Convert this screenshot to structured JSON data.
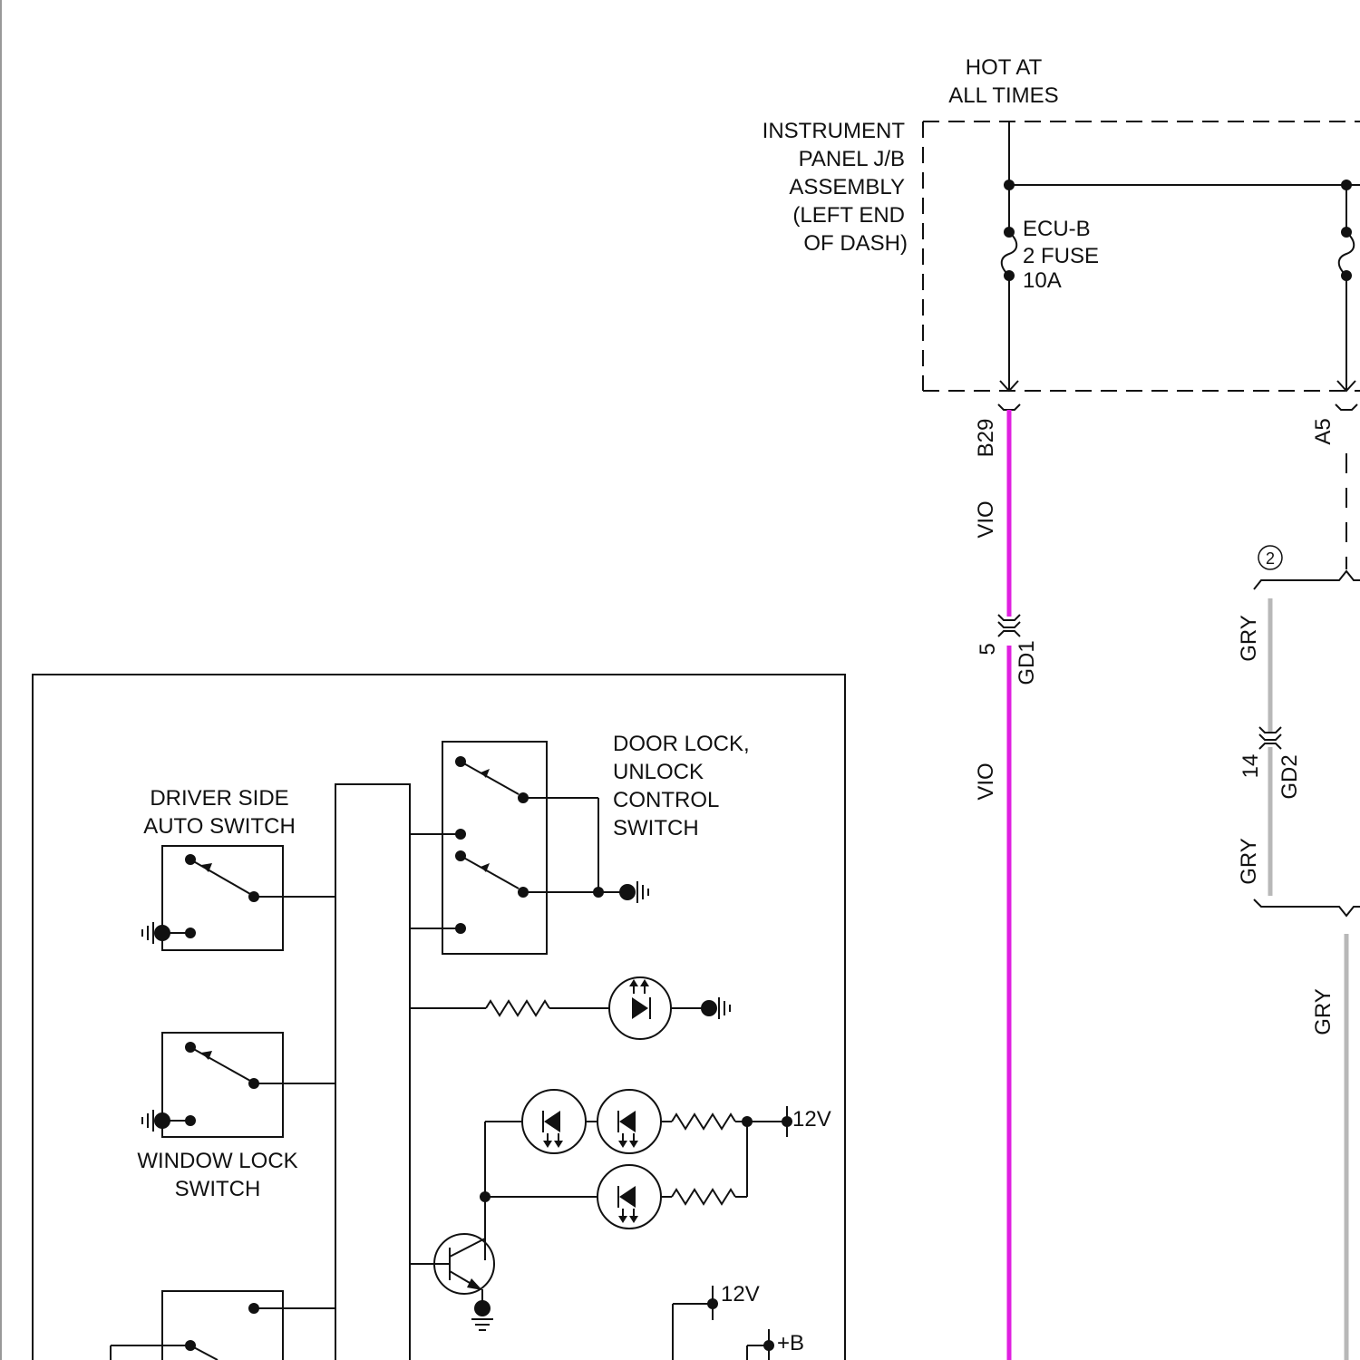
{
  "colors": {
    "vio": "#e020e0",
    "gry": "#b8b8b8",
    "ink": "#111111"
  },
  "labels": {
    "hot_at": "HOT AT",
    "all_times": "ALL TIMES",
    "jb": [
      "INSTRUMENT",
      "PANEL J/B",
      "ASSEMBLY",
      "(LEFT END",
      "OF DASH)"
    ],
    "fuse": [
      "ECU-B",
      "2 FUSE",
      "10A"
    ],
    "pins": {
      "b29": "B29",
      "a5": "A5",
      "p5": "5",
      "p14": "14",
      "splice": "2"
    },
    "connectors": {
      "gd1": "GD1",
      "gd2": "GD2"
    },
    "wire_colors": {
      "vio1": "VIO",
      "vio2": "VIO",
      "gry1": "GRY",
      "gry2": "GRY",
      "gry3": "GRY"
    },
    "door_lock": [
      "DOOR LOCK,",
      "UNLOCK",
      "CONTROL",
      "SWITCH"
    ],
    "driver_side": [
      "DRIVER SIDE",
      "AUTO SWITCH"
    ],
    "window_lock": [
      "WINDOW LOCK",
      "SWITCH"
    ],
    "v12a": "12V",
    "v12b": "12V",
    "plus_b": "+B"
  }
}
